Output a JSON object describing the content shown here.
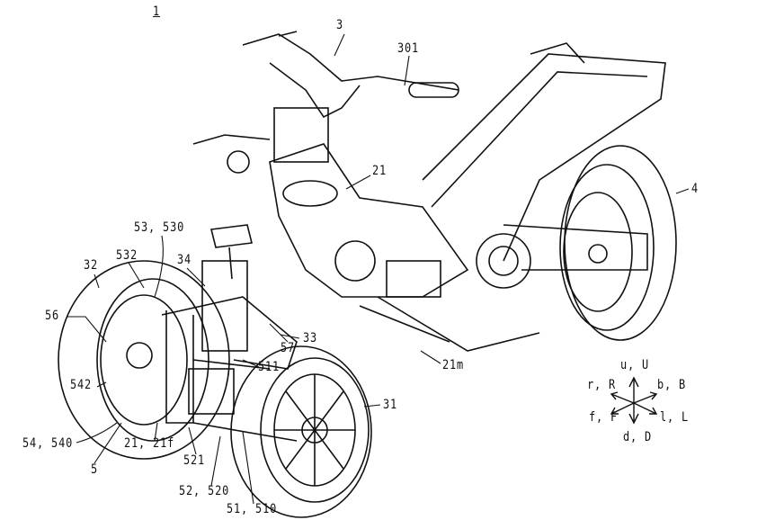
{
  "figure_ref": "1",
  "labels": {
    "handlebar": "3",
    "grip": "301",
    "frame": "21",
    "rear_wheel": "4",
    "l53": "53, 530",
    "l34": "34",
    "l532": "532",
    "l32": "32",
    "l56": "56",
    "l57": "57",
    "l33": "33",
    "l511": "511",
    "l21m": "21m",
    "l542": "542",
    "l31": "31",
    "l54": "54, 540",
    "l21f": "21, 21f",
    "l5": "5",
    "l521": "521",
    "l52": "52, 520",
    "l51": "51, 510"
  },
  "compass": {
    "up": "u, U",
    "right_back": "b, B",
    "left_back": "r, R",
    "front": "f, F",
    "left": "l, L",
    "down": "d, D"
  }
}
